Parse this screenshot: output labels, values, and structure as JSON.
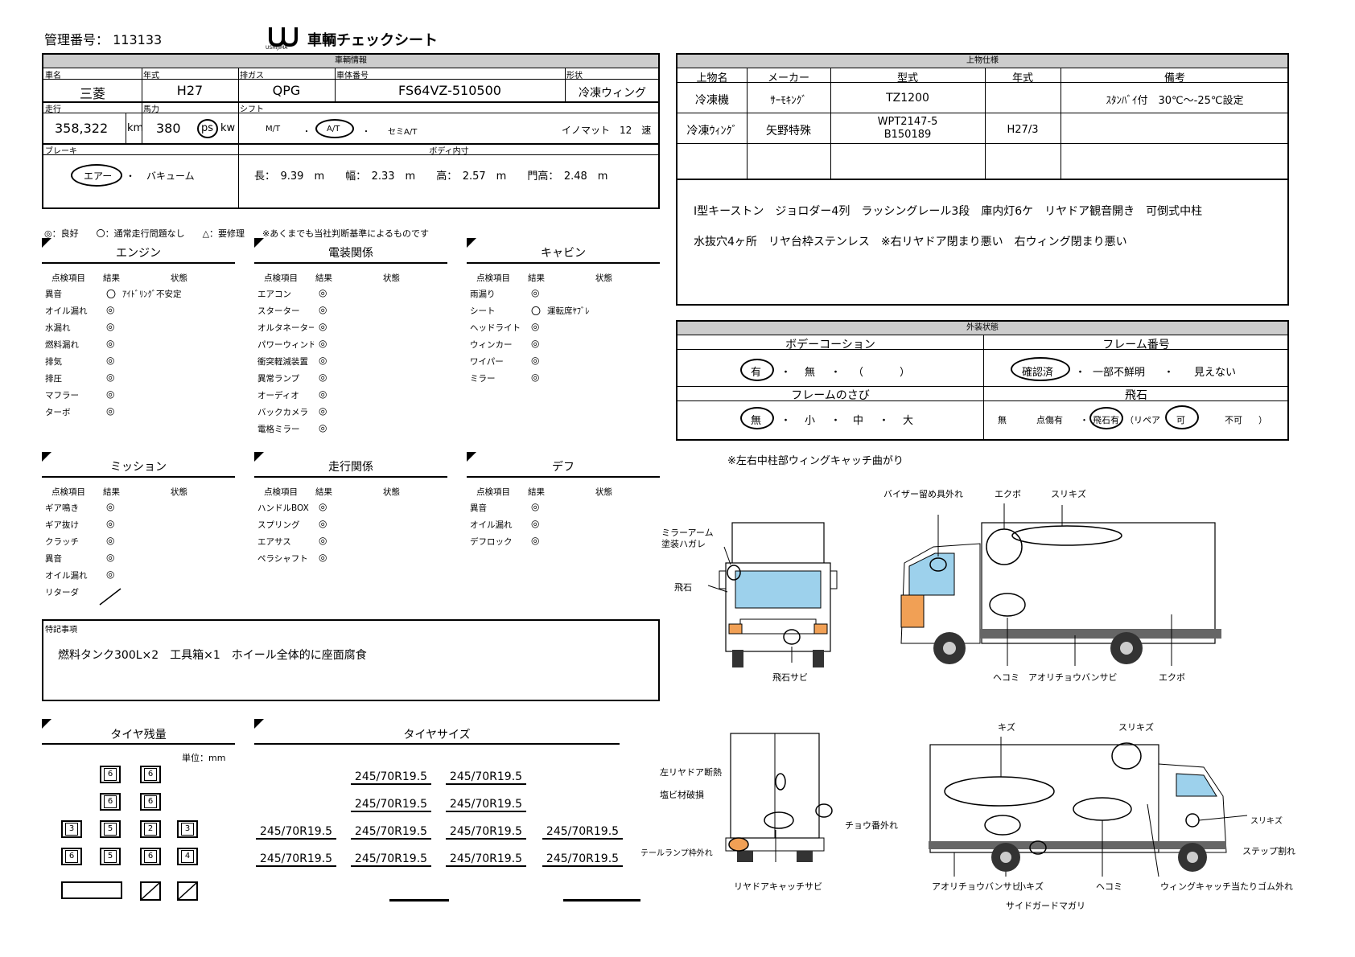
{
  "header": {
    "id_label": "管理番号：",
    "id_value": "113133",
    "logo_text": "USHIJIMA",
    "title": "車輌チェックシート"
  },
  "vehicle": {
    "section_title": "車輌情報",
    "labels": {
      "name": "車名",
      "year": "年式",
      "emission": "排ガス",
      "chassis": "車体番号",
      "shape": "形状",
      "mileage": "走行",
      "power": "馬力",
      "shift": "シフト",
      "brake": "ブレーキ",
      "body": "ボディ内寸"
    },
    "values": {
      "name": "三菱",
      "year": "H27",
      "emission": "QPG",
      "chassis": "FS64VZ-510500",
      "shape": "冷凍ウィング",
      "mileage": "358,322",
      "mileage_unit": "km",
      "power": "380",
      "power_unit_ps": "ps",
      "power_unit_kw": "kw",
      "shift_mt": "M/T",
      "shift_at": "A/T",
      "shift_semi": "セミA/T",
      "shift_speeds": "イノマット　12　速",
      "dot": "・",
      "brake_air": "エアー",
      "brake_vacuum": "バキューム",
      "body_dims": "長：　9.39　m　　幅：　2.33　m　　高：　2.57　m　　門高：　2.48　m"
    }
  },
  "legend": "◎：良好　　〇：通常走行問題なし　　△：要修理　　※あくまでも当社判断基準によるものです",
  "inspection_columns": {
    "item": "点検項目",
    "result": "結果",
    "status": "状態"
  },
  "sections": [
    {
      "title": "エンジン",
      "rows": [
        {
          "item": "異音",
          "result": "〇",
          "status": "ｱｲﾄﾞﾘﾝｸﾞ不安定"
        },
        {
          "item": "オイル漏れ",
          "result": "◎",
          "status": ""
        },
        {
          "item": "水漏れ",
          "result": "◎",
          "status": ""
        },
        {
          "item": "燃料漏れ",
          "result": "◎",
          "status": ""
        },
        {
          "item": "排気",
          "result": "◎",
          "status": ""
        },
        {
          "item": "排圧",
          "result": "◎",
          "status": ""
        },
        {
          "item": "マフラー",
          "result": "◎",
          "status": ""
        },
        {
          "item": "ターボ",
          "result": "◎",
          "status": ""
        }
      ]
    },
    {
      "title": "電装関係",
      "rows": [
        {
          "item": "エアコン",
          "result": "◎",
          "status": ""
        },
        {
          "item": "スターター",
          "result": "◎",
          "status": ""
        },
        {
          "item": "オルタネーター",
          "result": "◎",
          "status": ""
        },
        {
          "item": "パワーウィンド",
          "result": "◎",
          "status": ""
        },
        {
          "item": "衝突軽減装置",
          "result": "◎",
          "status": ""
        },
        {
          "item": "異常ランプ",
          "result": "◎",
          "status": ""
        },
        {
          "item": "オーディオ",
          "result": "◎",
          "status": ""
        },
        {
          "item": "バックカメラ",
          "result": "◎",
          "status": ""
        },
        {
          "item": "電格ミラー",
          "result": "◎",
          "status": ""
        }
      ]
    },
    {
      "title": "キャビン",
      "rows": [
        {
          "item": "雨漏り",
          "result": "◎",
          "status": ""
        },
        {
          "item": "シート",
          "result": "〇",
          "status": "運転席ﾔﾌﾞﾚ"
        },
        {
          "item": "ヘッドライト",
          "result": "◎",
          "status": ""
        },
        {
          "item": "ウィンカー",
          "result": "◎",
          "status": ""
        },
        {
          "item": "ワイパー",
          "result": "◎",
          "status": ""
        },
        {
          "item": "ミラー",
          "result": "◎",
          "status": ""
        }
      ]
    },
    {
      "title": "ミッション",
      "rows": [
        {
          "item": "ギア鳴き",
          "result": "◎",
          "status": ""
        },
        {
          "item": "ギア抜け",
          "result": "◎",
          "status": ""
        },
        {
          "item": "クラッチ",
          "result": "◎",
          "status": ""
        },
        {
          "item": "異音",
          "result": "◎",
          "status": ""
        },
        {
          "item": "オイル漏れ",
          "result": "◎",
          "status": ""
        },
        {
          "item": "リターダ",
          "result": "",
          "status": ""
        }
      ]
    },
    {
      "title": "走行関係",
      "rows": [
        {
          "item": "ハンドルBOX",
          "result": "◎",
          "status": ""
        },
        {
          "item": "スプリング",
          "result": "◎",
          "status": ""
        },
        {
          "item": "エアサス",
          "result": "◎",
          "status": ""
        },
        {
          "item": "ペラシャフト",
          "result": "◎",
          "status": ""
        }
      ]
    },
    {
      "title": "デフ",
      "rows": [
        {
          "item": "異音",
          "result": "◎",
          "status": ""
        },
        {
          "item": "オイル漏れ",
          "result": "◎",
          "status": ""
        },
        {
          "item": "デフロック",
          "result": "◎",
          "status": ""
        }
      ]
    }
  ],
  "remarks": {
    "title": "特記事項",
    "text": "燃料タンク300L×2　工具箱×1　ホイール全体的に座面腐食"
  },
  "tyre_remaining": {
    "title": "タイヤ残量",
    "unit": "単位：mm",
    "rows": [
      [
        "6",
        "6"
      ],
      [
        "6",
        "6"
      ],
      [
        "3",
        "5",
        "2",
        "3"
      ],
      [
        "6",
        "5",
        "6",
        "4"
      ]
    ]
  },
  "tyre_size": {
    "title": "タイヤサイズ",
    "value": "245/70R19.5"
  },
  "upper": {
    "section_title": "上物仕様",
    "headers": {
      "item": "上物名",
      "maker": "メーカー",
      "model": "型式",
      "year": "年式",
      "note": "備考"
    },
    "rows": [
      {
        "item": "冷凍機",
        "maker": "ｻｰﾓｷﾝｸﾞ",
        "model": "TZ1200",
        "year": "",
        "note": "ｽﾀﾝﾊﾞｲ付　30℃～-25℃設定"
      },
      {
        "item": "冷凍ｳｨﾝｸﾞ",
        "maker": "矢野特殊",
        "model": "WPT2147-5",
        "model2": "B150189",
        "year": "H27/3",
        "note": ""
      }
    ],
    "notes_line1": "I型キーストン　ジョロダー4列　ラッシングレール3段　庫内灯6ケ　リヤドア観音開き　可倒式中柱",
    "notes_line2": "水抜穴4ヶ所　リヤ台枠ステンレス　※右リヤドア閉まり悪い　右ウィング閉まり悪い"
  },
  "exterior": {
    "section_title": "外装状態",
    "body_coat": {
      "title": "ボデーコーション",
      "opt1": "有",
      "opt2": "無",
      "open": "（",
      "close": "）"
    },
    "frame_no": {
      "title": "フレーム番号",
      "opt1": "確認済",
      "opt2": "一部不鮮明",
      "opt3": "見えない"
    },
    "frame_rust": {
      "title": "フレームのさび",
      "opt1": "無",
      "opt2": "小",
      "opt3": "中",
      "opt4": "大"
    },
    "stone": {
      "title": "飛石",
      "opt1": "無",
      "opt2": "点傷有",
      "opt3": "飛石有",
      "repair": "（リペア",
      "opt4": "可",
      "opt5": "不可",
      "close": "）"
    }
  },
  "damage_note": "※左右中柱部ウィングキャッチ曲がり",
  "diagram_labels": {
    "mirror_arm": "ミラーアーム",
    "mirror_arm2": "塗装ハガレ",
    "stone_chip": "飛石",
    "stone_rust": "飛石サビ",
    "visor": "バイザー留め具外れ",
    "dent1": "エクボ",
    "scratch1": "スリキズ",
    "dent2": "ヘコミ",
    "tilt_rust": "アオリチョウバンサビ",
    "dent3": "エクボ",
    "rear_door": "左リヤドア断熱",
    "rear_door2": "塩ビ材破損",
    "hinge_off": "チョウ番外れ",
    "tail_lamp": "テールランプ枠外れ",
    "rear_catch": "リヤドアキャッチサビ",
    "scratch2": "キズ",
    "scratch3": "スリキズ",
    "scratch4": "スリキズ",
    "step": "ステップ割れ",
    "tilt_rust2": "アオリチョウバンサビ",
    "small_scratch": "小キズ",
    "side_guard": "サイドガードマガリ",
    "dent4": "ヘコミ",
    "wing_rubber": "ウィングキャッチ当たりゴム外れ"
  }
}
